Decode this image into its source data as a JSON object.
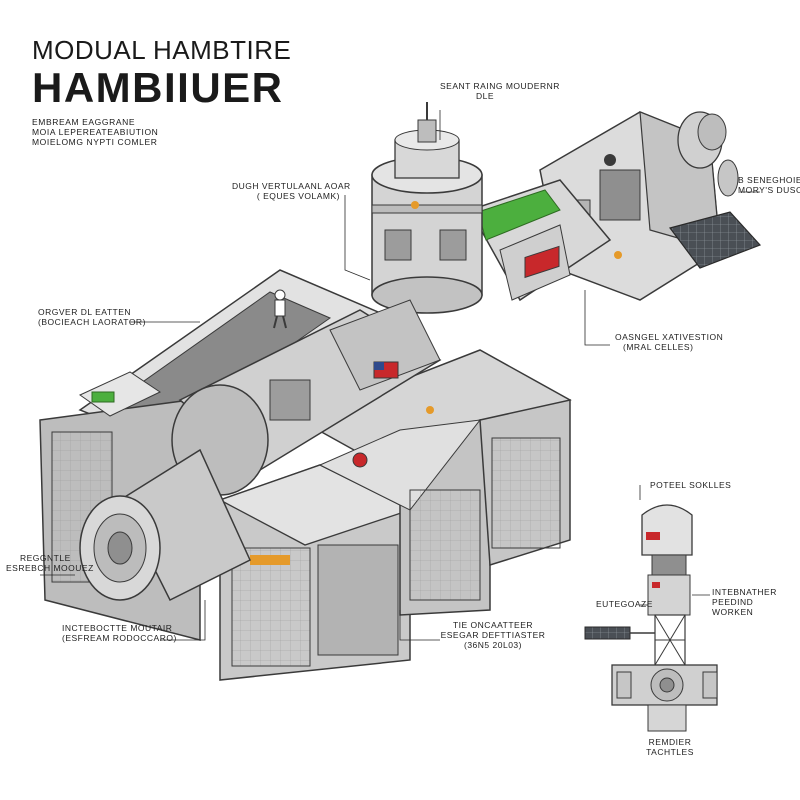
{
  "header": {
    "line1": "MODUAL HAMBTIRE",
    "line2": "HAMBIIUER",
    "sub_lines": [
      "EMBREAM EAGGRANE",
      "MOIA LEPEREATEABIUTION",
      "MOIELOMG NYPTI COMLER"
    ]
  },
  "callouts": {
    "top_module": [
      "SEANT RAING MOUDERNR",
      "DLE"
    ],
    "docking_adapter": [
      "DUGH VERTULAANL AOAR",
      "( EQUES VOLAMK)"
    ],
    "right_module": [
      "B SENEGHOIE S",
      "MORY'S DUSOLEM"
    ],
    "research_lab": [
      "ORGVER DL EATTEN",
      "(BOCIEACH LAORATOR)"
    ],
    "orbital_node": [
      "OASNGEL XATIVESTION",
      "(MRAL CELLES)"
    ],
    "research_module": [
      "REGGNTLE",
      "ESREBCH MOOUEZ"
    ],
    "interceptor": [
      "INCTEBOCTTE MOUTAIR",
      "(ESFREAM RODOCCARO)"
    ],
    "storage_module": [
      "TIE ONCAATTEER",
      "ESEGAR DEFTTIASTER",
      "(36N5 20L03)"
    ]
  },
  "inset": {
    "top_label": "POTEEL SOKLLES",
    "left_label": "EUTEGOAZE",
    "right_label": [
      "INTEBNATHER",
      "PEEDIND",
      "WORKEN"
    ],
    "bottom_label": [
      "REMDIER",
      "TACHTLES"
    ]
  },
  "colors": {
    "hull_light": "#e7e7e7",
    "hull_mid": "#c8c8c8",
    "hull_dark": "#8f8f8f",
    "outline": "#3a3a3a",
    "accent_orange": "#e59a2a",
    "garden_green": "#4caf3e",
    "flag_red": "#c8282b",
    "flag_blue": "#2f4a8c",
    "panel_dark": "#4a4f55"
  }
}
